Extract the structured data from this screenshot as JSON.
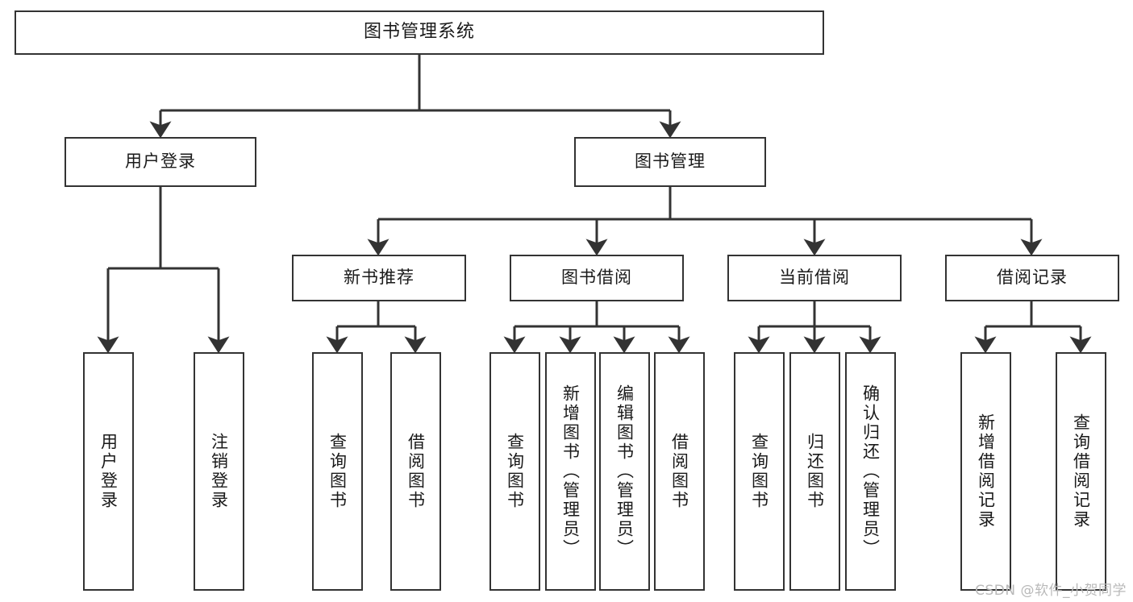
{
  "diagram": {
    "type": "tree-hierarchy",
    "title": "图书管理系统",
    "root": {
      "label": "图书管理系统"
    },
    "level2": [
      {
        "label": "用户登录"
      },
      {
        "label": "图书管理"
      }
    ],
    "level3": [
      {
        "label": "新书推荐"
      },
      {
        "label": "图书借阅"
      },
      {
        "label": "当前借阅"
      },
      {
        "label": "借阅记录"
      }
    ],
    "leaves": {
      "user_login": [
        {
          "label": "用户登录"
        },
        {
          "label": "注销登录"
        }
      ],
      "new_book_recommend": [
        {
          "label": "查询图书"
        },
        {
          "label": "借阅图书"
        }
      ],
      "book_borrow": [
        {
          "label": "查询图书"
        },
        {
          "label": "新增图书（管理员）"
        },
        {
          "label": "编辑图书（管理员）"
        },
        {
          "label": "借阅图书"
        }
      ],
      "current_borrow": [
        {
          "label": "查询图书"
        },
        {
          "label": "归还图书"
        },
        {
          "label": "确认归还（管理员）"
        }
      ],
      "borrow_record": [
        {
          "label": "新增借阅记录"
        },
        {
          "label": "查询借阅记录"
        }
      ]
    }
  },
  "watermark": {
    "text": "CSDN @软件_小贺同学"
  },
  "colors": {
    "stroke": "#333333",
    "box_fill": "#ffffff",
    "text": "#1a1a1a",
    "watermark": "#b9b9b9"
  }
}
